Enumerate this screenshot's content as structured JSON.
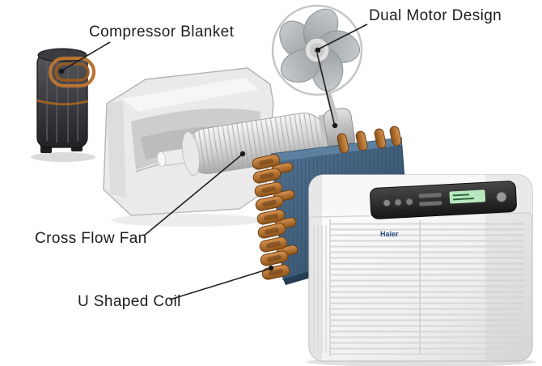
{
  "labels": {
    "compressor_blanket": "Compressor Blanket",
    "dual_motor_design": "Dual Motor Design",
    "cross_flow_fan": "Cross Flow Fan",
    "u_shaped_coil": "U Shaped Coil"
  },
  "unit": {
    "brand_logo": "Haier"
  },
  "colors": {
    "background": "#ffffff",
    "label_text": "#1d1d1d",
    "leader_line": "#1f1f1f",
    "copper": "#b87333",
    "coil_blue": "#3e5d78",
    "plastic_light": "#ededed",
    "blanket_dark": "#2e2e32",
    "panel_dark": "#2a2a2a",
    "display_green": "#b9e8c0"
  }
}
